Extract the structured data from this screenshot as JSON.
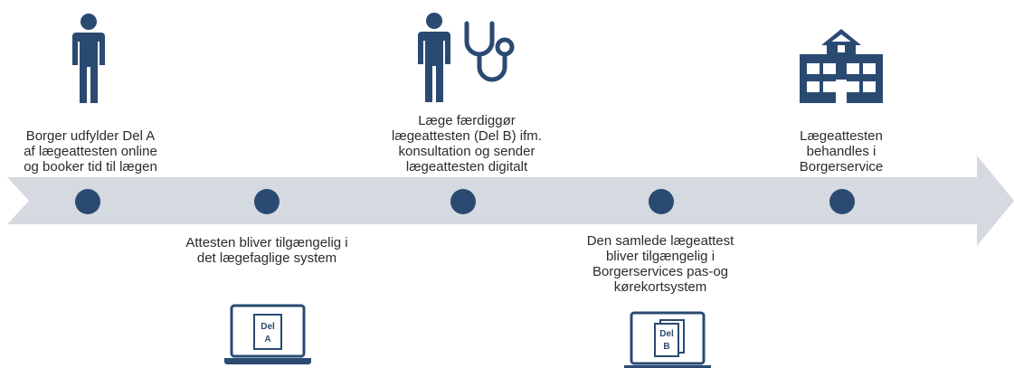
{
  "colors": {
    "arrow": "#d5d9e0",
    "accent": "#2a4a72",
    "text": "#2b2b2b",
    "background": "#ffffff"
  },
  "steps": [
    {
      "label": "Borger udfylder Del A\naf lægeattesten online\nog booker tid til lægen",
      "icon": "person-icon",
      "position": "above"
    },
    {
      "label": "Attesten bliver tilgængelig i\ndet lægefaglige system",
      "icon": "laptop-icon",
      "position": "below",
      "doc_label": "Del\nA"
    },
    {
      "label": "Læge færdiggør\nlægeattesten (Del B) ifm.\nkonsultation og sender\nlægeattesten digitalt",
      "icon": "doctor-stethoscope-icon",
      "position": "above"
    },
    {
      "label": "Den samlede lægeattest\nbliver tilgængelig i\nBorgerservices pas-og\nkørekortsystem",
      "icon": "laptop-documents-icon",
      "position": "below",
      "doc_label": "Del\nB"
    },
    {
      "label": "Lægeattesten\nbehandles i\nBorgerservice",
      "icon": "building-icon",
      "position": "above"
    }
  ]
}
